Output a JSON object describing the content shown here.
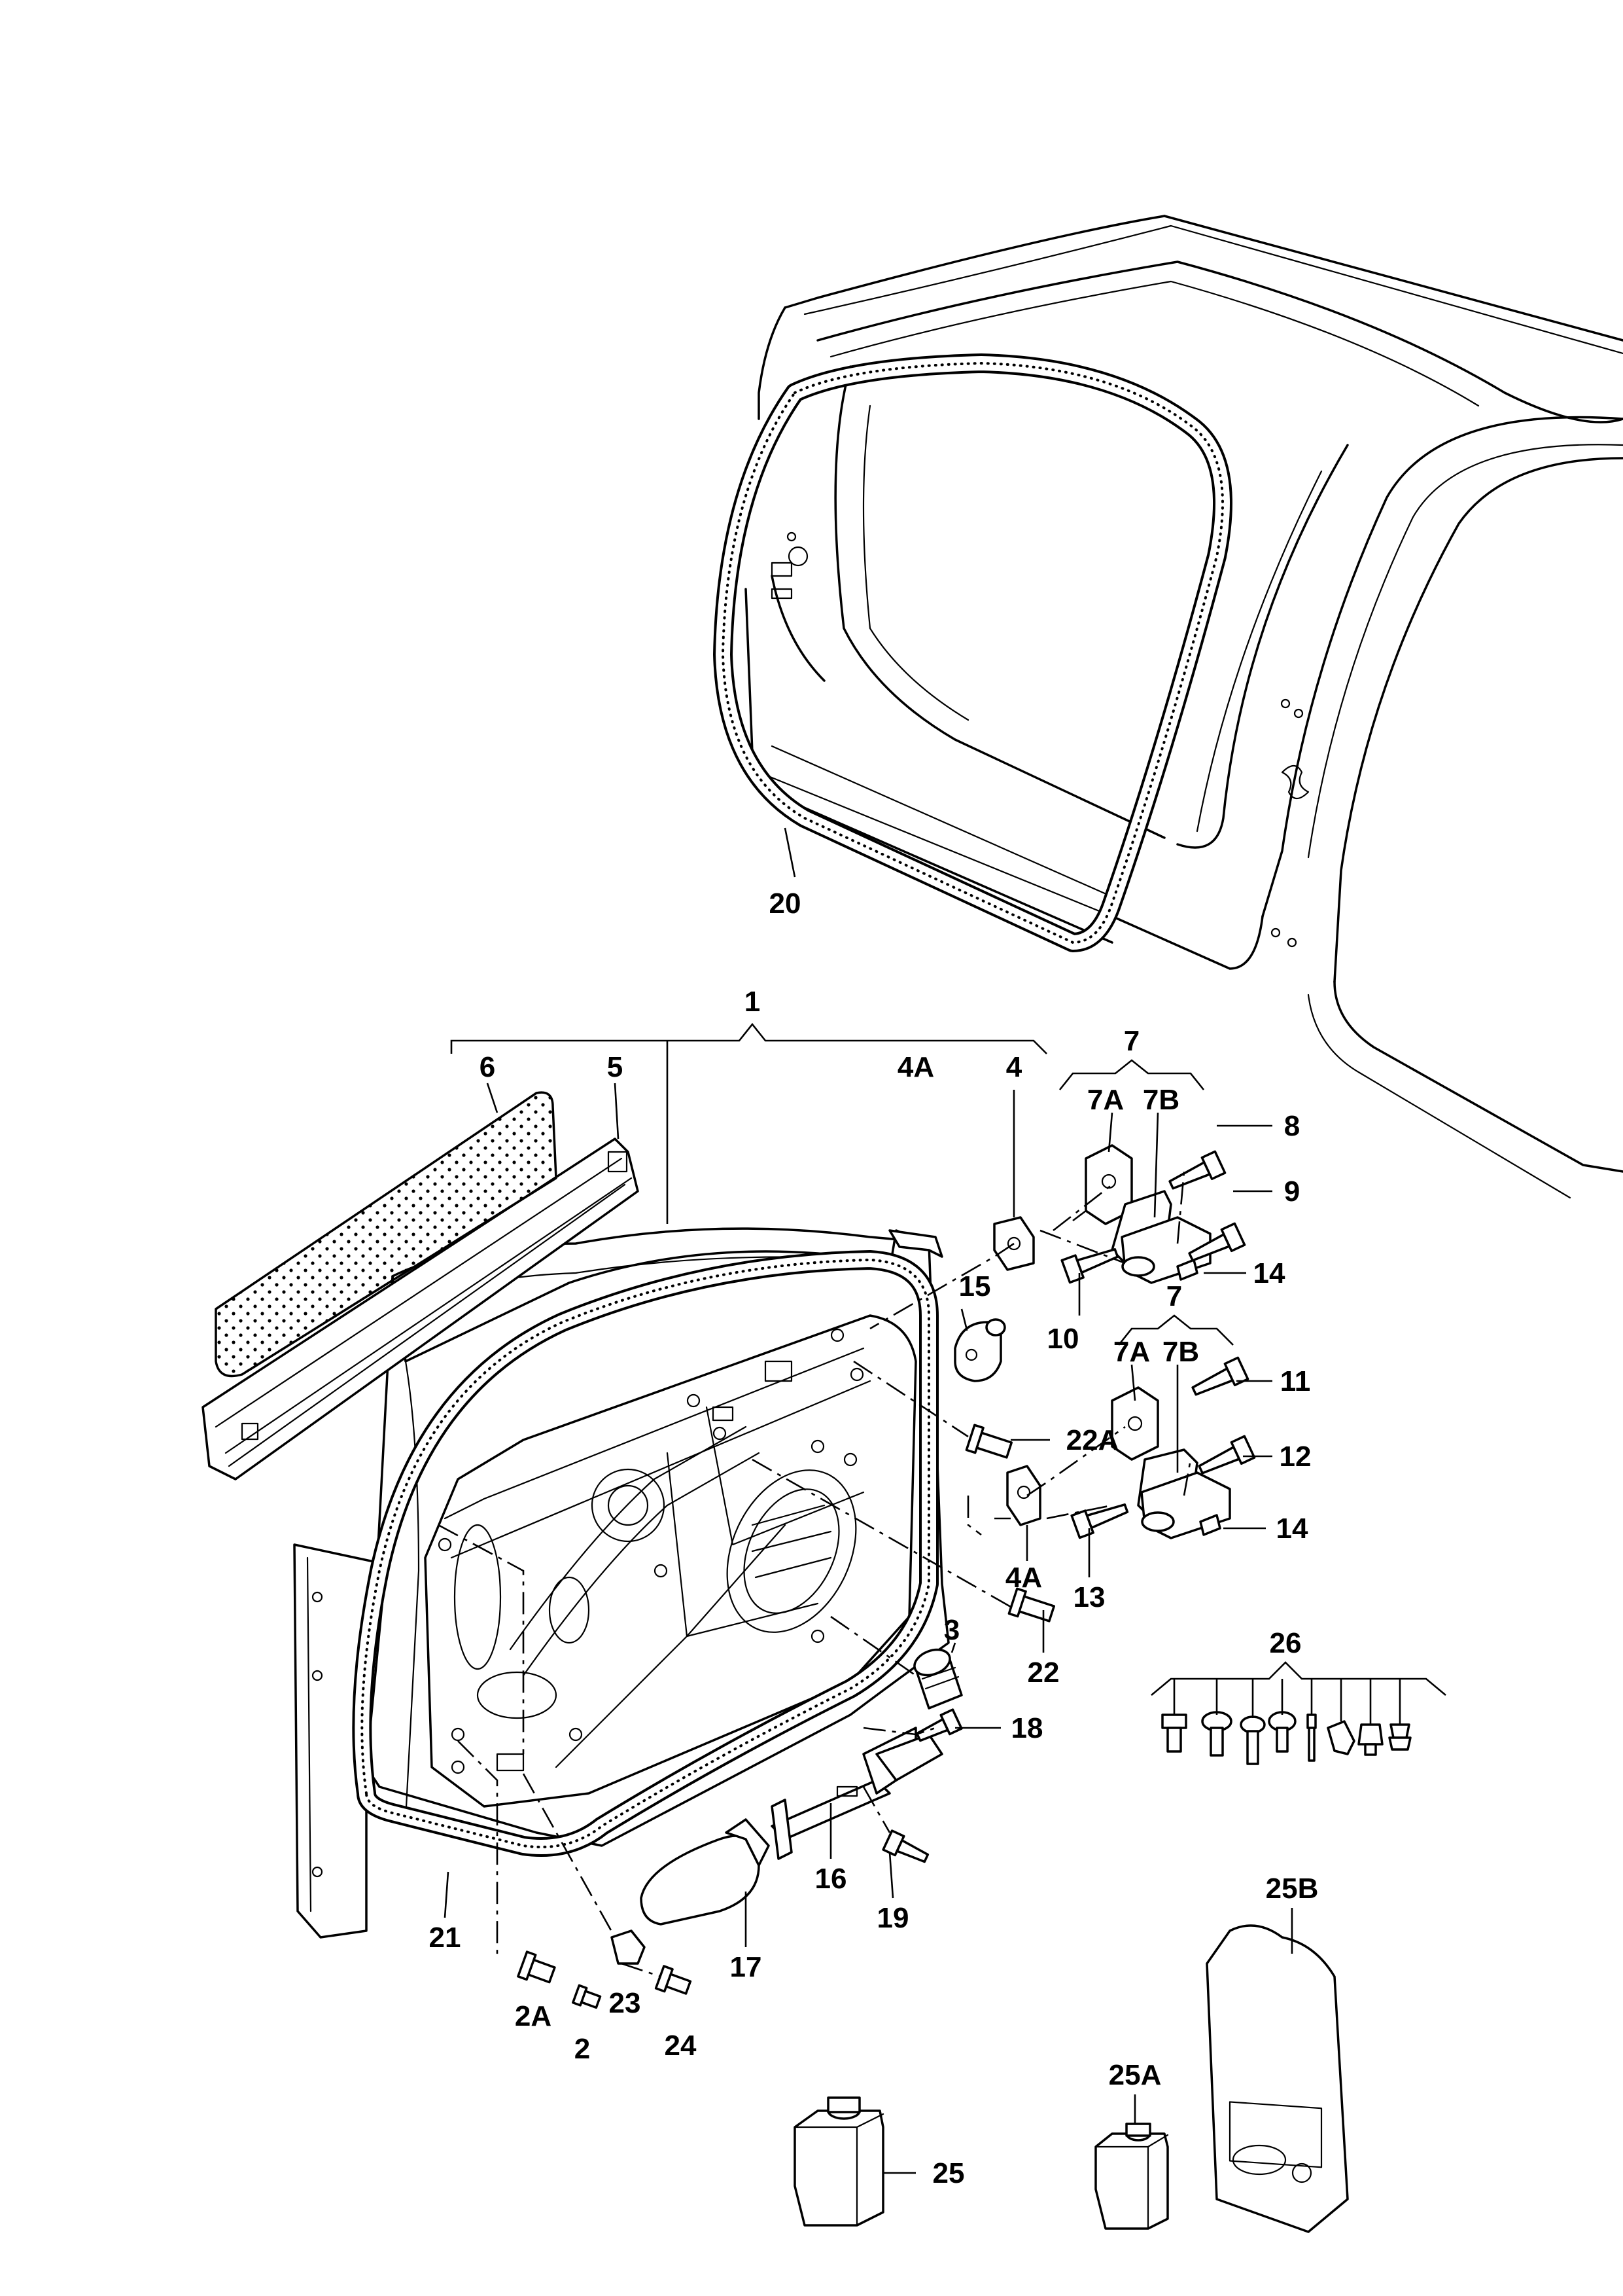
{
  "callouts": {
    "c1": "1",
    "c2": "2",
    "c2A": "2A",
    "c3": "3",
    "c4": "4",
    "c4A_top": "4A",
    "c4A": "4A",
    "c5": "5",
    "c6": "6",
    "c7_top": "7",
    "c7A_top": "7A",
    "c7B_top": "7B",
    "c7_bot": "7",
    "c7A_bot": "7A",
    "c7B_bot": "7B",
    "c8": "8",
    "c9": "9",
    "c10": "10",
    "c11": "11",
    "c12": "12",
    "c13": "13",
    "c14_top": "14",
    "c14_bot": "14",
    "c15": "15",
    "c16": "16",
    "c17": "17",
    "c18": "18",
    "c19": "19",
    "c20": "20",
    "c21": "21",
    "c22": "22",
    "c22A": "22A",
    "c23": "23",
    "c24": "24",
    "c25": "25",
    "c25A": "25A",
    "c25B": "25B",
    "c26": "26"
  }
}
